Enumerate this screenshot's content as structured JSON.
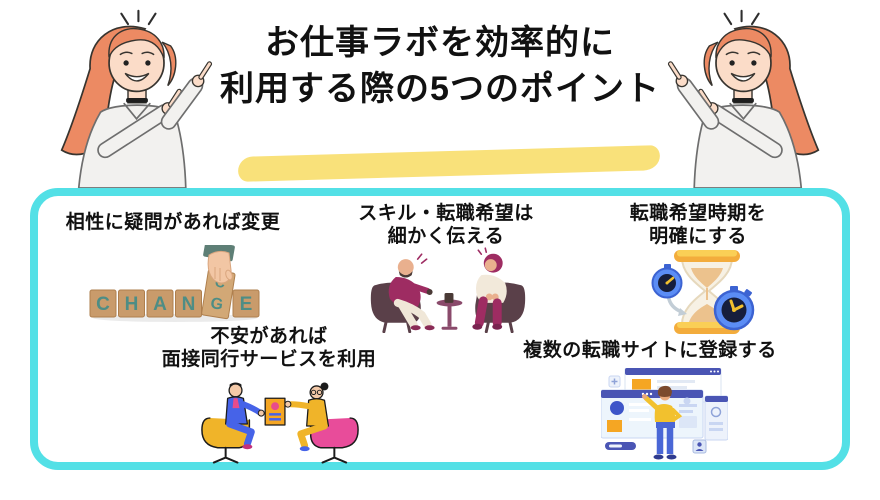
{
  "title": {
    "line1": "お仕事ラボを効率的に",
    "line2": "利用する際の5つのポイント"
  },
  "palette": {
    "accent_cyan": "#53E0E6",
    "highlight_yellow": "#F9E17A",
    "title_color": "#111111",
    "hair_orange": "#EC8A63",
    "magenta": "#9E2C62",
    "wood": "#C99B6B",
    "teal_letters": "#4E8D85",
    "gold": "#F3AC3C",
    "clock_blue": "#5B8DF5",
    "suit_blue": "#4663E8",
    "chair_yellow": "#F0B429",
    "chair_pink": "#E84C9A",
    "doc_orange": "#F5A623",
    "window_indigo": "#4A55B4"
  },
  "characters": {
    "left": "pointing-woman",
    "right": "pointing-woman-mirrored"
  },
  "points": [
    {
      "id": "change-if-doubt",
      "lines": [
        "相性に疑問があれば変更"
      ],
      "illustration": "change-blocks"
    },
    {
      "id": "convey-skills",
      "lines": [
        "スキル・転職希望は",
        "細かく伝える"
      ],
      "illustration": "interview-talk"
    },
    {
      "id": "clarify-timing",
      "lines": [
        "転職希望時期を",
        "明確にする"
      ],
      "illustration": "hourglass-clocks"
    },
    {
      "id": "interview-accompany",
      "lines": [
        "不安があれば",
        "面接同行サービスを利用"
      ],
      "illustration": "two-people-chairs"
    },
    {
      "id": "register-multiple-sites",
      "lines": [
        "複数の転職サイトに登録する"
      ],
      "illustration": "job-sites-browsing"
    }
  ],
  "change_word": {
    "letters": [
      "C",
      "H",
      "A",
      "N",
      "E"
    ],
    "flip_top": "C",
    "flip_bottom": "G"
  }
}
